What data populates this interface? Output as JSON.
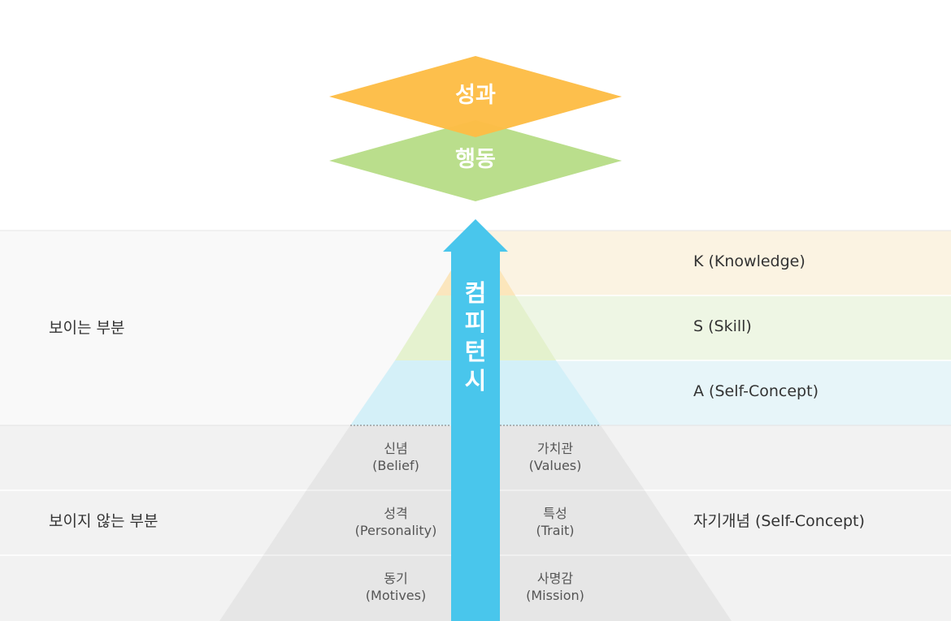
{
  "top": {
    "performance_label": "성과",
    "behavior_label": "행동",
    "performance_color": "#fdbd46",
    "behavior_color": "#bade8c"
  },
  "arrow": {
    "label_chars": [
      "컴",
      "피",
      "턴",
      "시"
    ],
    "color": "#49c6ec"
  },
  "visible": {
    "section_label": "보이는 부분",
    "layers": [
      {
        "label": "K (Knowledge)",
        "band_color": "#fbf3e2"
      },
      {
        "label": "S (Skill)",
        "band_color": "#eef6e4"
      },
      {
        "label": "A (Self-Concept)",
        "band_color": "#e7f5f9"
      }
    ]
  },
  "hidden": {
    "section_label": "보이지 않는 부분",
    "right_label": "자기개념 (Self-Concept)",
    "rows": [
      {
        "left": {
          "ko": "신념",
          "en": "(Belief)"
        },
        "right": {
          "ko": "가치관",
          "en": "(Values)"
        }
      },
      {
        "left": {
          "ko": "성격",
          "en": "(Personality)"
        },
        "right": {
          "ko": "특성",
          "en": "(Trait)"
        }
      },
      {
        "left": {
          "ko": "동기",
          "en": "(Motives)"
        },
        "right": {
          "ko": "사명감",
          "en": "(Mission)"
        }
      }
    ]
  }
}
